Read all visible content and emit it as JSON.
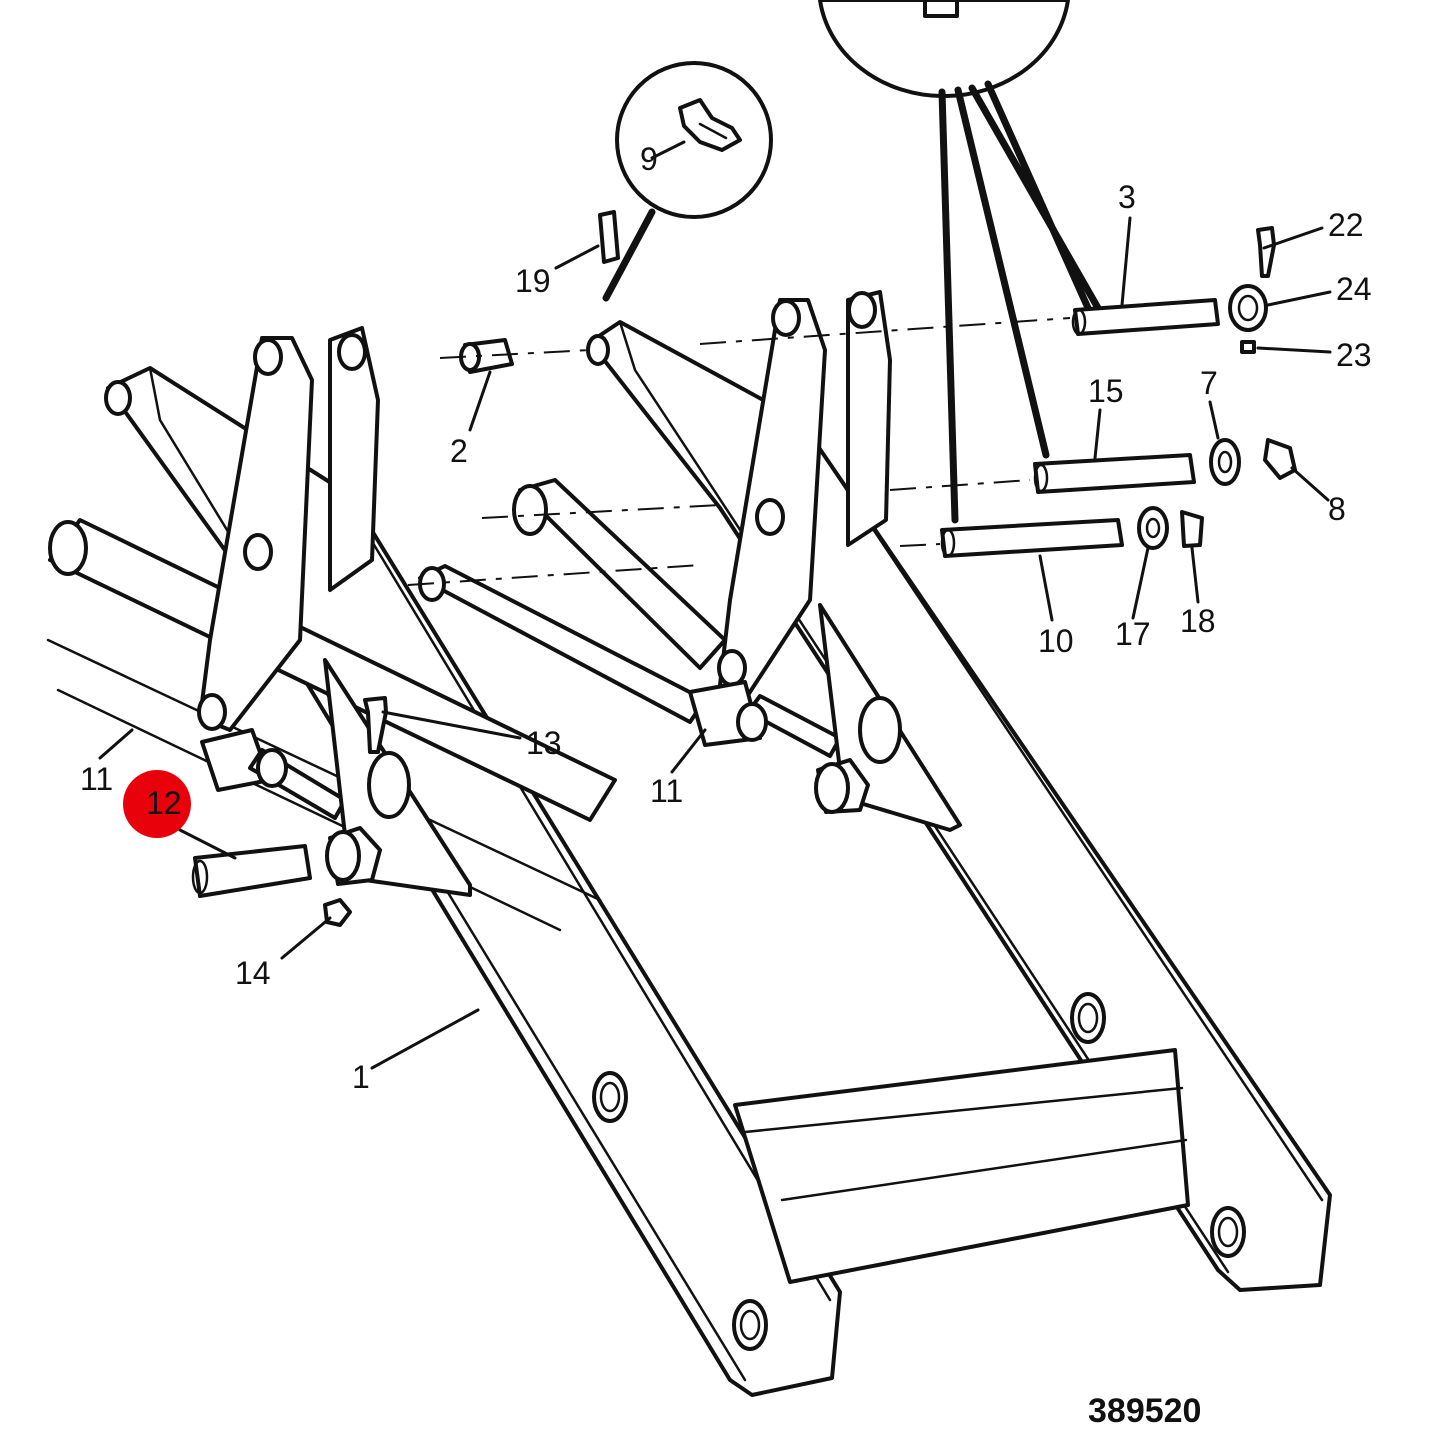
{
  "drawing_number": "389520",
  "highlight": {
    "label": "12",
    "color": "#e8000b"
  },
  "callouts": [
    {
      "id": "1",
      "label": "1"
    },
    {
      "id": "2",
      "label": "2"
    },
    {
      "id": "3",
      "label": "3"
    },
    {
      "id": "7",
      "label": "7"
    },
    {
      "id": "8",
      "label": "8"
    },
    {
      "id": "9",
      "label": "9"
    },
    {
      "id": "10",
      "label": "10"
    },
    {
      "id": "11a",
      "label": "11"
    },
    {
      "id": "11b",
      "label": "11"
    },
    {
      "id": "13",
      "label": "13"
    },
    {
      "id": "14",
      "label": "14"
    },
    {
      "id": "15",
      "label": "15"
    },
    {
      "id": "17",
      "label": "17"
    },
    {
      "id": "18",
      "label": "18"
    },
    {
      "id": "19",
      "label": "19"
    },
    {
      "id": "22",
      "label": "22"
    },
    {
      "id": "23",
      "label": "23"
    },
    {
      "id": "24",
      "label": "24"
    }
  ]
}
